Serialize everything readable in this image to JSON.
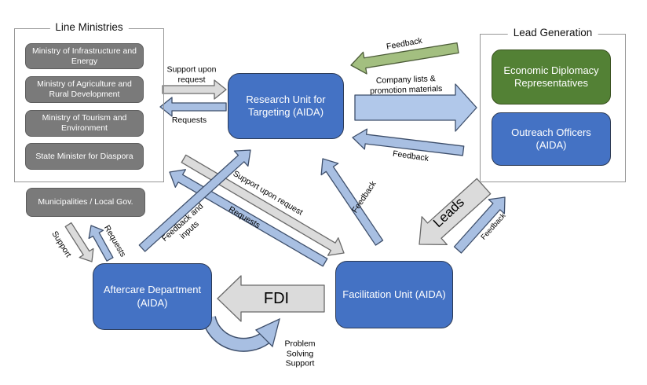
{
  "diagram": {
    "type": "organizational flow diagram",
    "topic": "AIDA investment promotion units and information flows"
  },
  "groups": {
    "line_ministries": {
      "title": "Line Ministries",
      "items": [
        "Ministry of Infrastructure and Energy",
        "Ministry of Agriculture and Rural Development",
        "Ministry of Tourism and Environment",
        "State Minister for Diaspora"
      ]
    },
    "lead_generation": {
      "title": "Lead Generation",
      "items": [
        "Economic Diplomacy Representatives",
        "Outreach Officers (AIDA)"
      ]
    }
  },
  "nodes": {
    "municipalities": "Municipalities / Local Gov.",
    "research_unit": "Research Unit for Targeting (AIDA)",
    "aftercare": "Aftercare Department (AIDA)",
    "facilitation": "Facilitation Unit (AIDA)"
  },
  "labels": {
    "support_upon_request_top": "Support upon request",
    "requests_top": "Requests",
    "feedback_green": "Feedback",
    "company_lists_line1": "Company lists &",
    "company_lists_line2": "promotion materials",
    "feedback_leadgen_to_research": "Feedback",
    "support_upon_request_diagonal": "Support upon request",
    "requests_diagonal": "Requests",
    "feedback_and_inputs": "Feedback and inputs",
    "feedback_facilitation_to_research": "Feedback",
    "leads": "Leads",
    "feedback_facilitation_to_leadgen": "Feedback",
    "support_municipalities": "Support",
    "requests_municipalities": "Requests",
    "fdi": "FDI",
    "problem_solving_support": "Problem Solving Support"
  },
  "colors": {
    "node_blue": "#4472C4",
    "node_gray": "#7a7a7a",
    "node_green": "#538135",
    "arrow_blue_fill": "#A8BFE2",
    "arrow_blue_stroke": "#3E4F6B",
    "arrow_bigblue_fill": "#B1C8EA",
    "arrow_gray_fill": "#DBDBDB",
    "arrow_gray_stroke": "#696969",
    "arrow_green_fill": "#A3BF80",
    "arrow_green_stroke": "#4C5C38",
    "group_border": "#969696"
  }
}
